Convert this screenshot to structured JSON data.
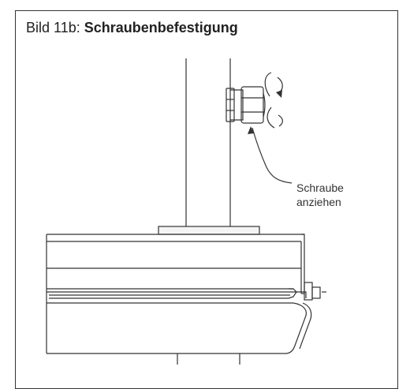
{
  "figure": {
    "title_prefix": "Bild 11b: ",
    "title_main": "Schraubenbefestigung",
    "callout_line1": "Schraube",
    "callout_line2": "anziehen"
  },
  "colors": {
    "line": "#333333",
    "fill_plate": "#f4f4f4",
    "background": "#ffffff"
  }
}
